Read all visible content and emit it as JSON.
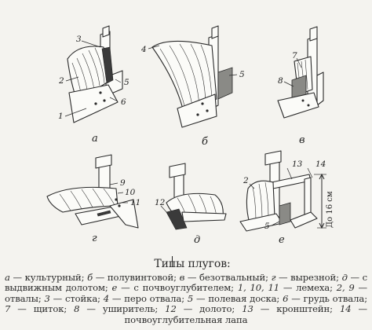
{
  "figure": {
    "panel_labels": {
      "a": "а",
      "b": "б",
      "v": "в",
      "g": "г",
      "d": "д",
      "e": "е"
    },
    "callouts": {
      "a1": "1",
      "a2": "2",
      "a3": "3",
      "a5": "5",
      "a6": "6",
      "b4": "4",
      "b5": "5",
      "v7": "7",
      "v8": "8",
      "g9": "9",
      "g10": "10",
      "g11": "11",
      "d12": "12",
      "e2": "2",
      "e5": "5",
      "e13": "13",
      "e14": "14"
    },
    "dimension_label": "До 16 см"
  },
  "caption": {
    "title": "Типы плугов:",
    "segments": [
      {
        "text": "а",
        "italic": true
      },
      {
        "text": " — культурный; ",
        "italic": false
      },
      {
        "text": "б",
        "italic": true
      },
      {
        "text": " — полувинтовой; ",
        "italic": false
      },
      {
        "text": "в",
        "italic": true
      },
      {
        "text": " — безотвальный; ",
        "italic": false
      },
      {
        "text": "г",
        "italic": true
      },
      {
        "text": " — вырезной; ",
        "italic": false
      },
      {
        "text": "д",
        "italic": true
      },
      {
        "text": " — с выдвижным долотом; ",
        "italic": false
      },
      {
        "text": "е",
        "italic": true
      },
      {
        "text": " — с почвоуглубителем; ",
        "italic": false
      },
      {
        "text": "1, 10, 11",
        "italic": true
      },
      {
        "text": " — лемеха; ",
        "italic": false
      },
      {
        "text": "2, 9",
        "italic": true
      },
      {
        "text": " — отвалы; ",
        "italic": false
      },
      {
        "text": "3",
        "italic": true
      },
      {
        "text": " — стойка; ",
        "italic": false
      },
      {
        "text": "4",
        "italic": true
      },
      {
        "text": " — перо отвала; ",
        "italic": false
      },
      {
        "text": "5",
        "italic": true
      },
      {
        "text": " — полевая доска; ",
        "italic": false
      },
      {
        "text": "6",
        "italic": true
      },
      {
        "text": " — грудь отвала; ",
        "italic": false
      },
      {
        "text": "7",
        "italic": true
      },
      {
        "text": " — щиток; ",
        "italic": false
      },
      {
        "text": "8",
        "italic": true
      },
      {
        "text": " — уширитель; ",
        "italic": false
      },
      {
        "text": "12",
        "italic": true
      },
      {
        "text": " — долото; ",
        "italic": false
      },
      {
        "text": "13",
        "italic": true
      },
      {
        "text": " — кронштейн; ",
        "italic": false
      },
      {
        "text": "14",
        "italic": true
      },
      {
        "text": " — почвоуглубительная лапа",
        "italic": false
      }
    ]
  }
}
